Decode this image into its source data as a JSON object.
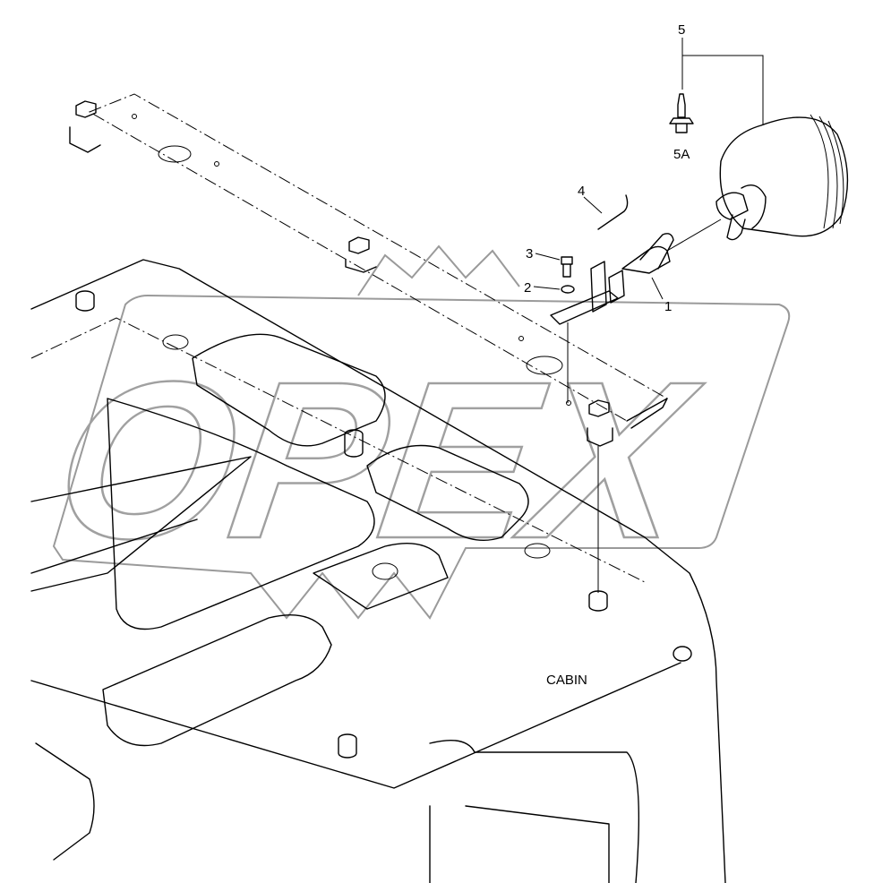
{
  "diagram": {
    "watermark_logo": "OPEX",
    "area_label": "CABIN",
    "callouts": [
      {
        "id": "1",
        "label": "1"
      },
      {
        "id": "2",
        "label": "2"
      },
      {
        "id": "3",
        "label": "3"
      },
      {
        "id": "4",
        "label": "4"
      },
      {
        "id": "5",
        "label": "5"
      },
      {
        "id": "5A",
        "label": "5A"
      }
    ]
  }
}
